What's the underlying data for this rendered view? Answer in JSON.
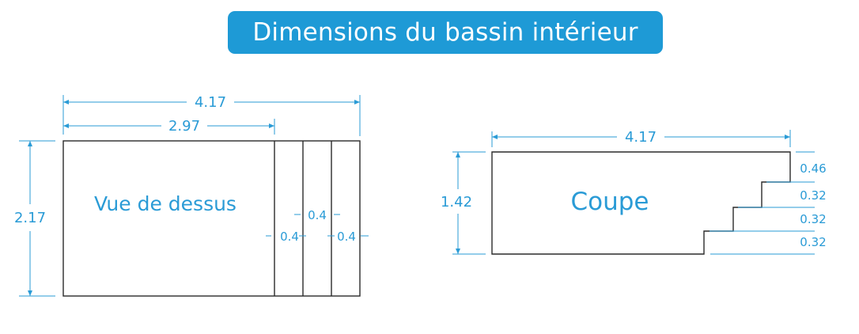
{
  "title": "Dimensions du bassin intérieur",
  "top_view": {
    "label": "Vue de dessus",
    "length": "4.17",
    "inner_length": "2.97",
    "width": "2.17",
    "step_a": "0.4",
    "step_b": "0.4",
    "step_c": "0.4"
  },
  "section": {
    "label": "Coupe",
    "length": "4.17",
    "depth": "1.42",
    "d1": "0.46",
    "d2": "0.32",
    "d3": "0.32",
    "d4": "0.32"
  },
  "colors": {
    "accent": "#1e9ad6",
    "line": "#2a2a2a"
  }
}
